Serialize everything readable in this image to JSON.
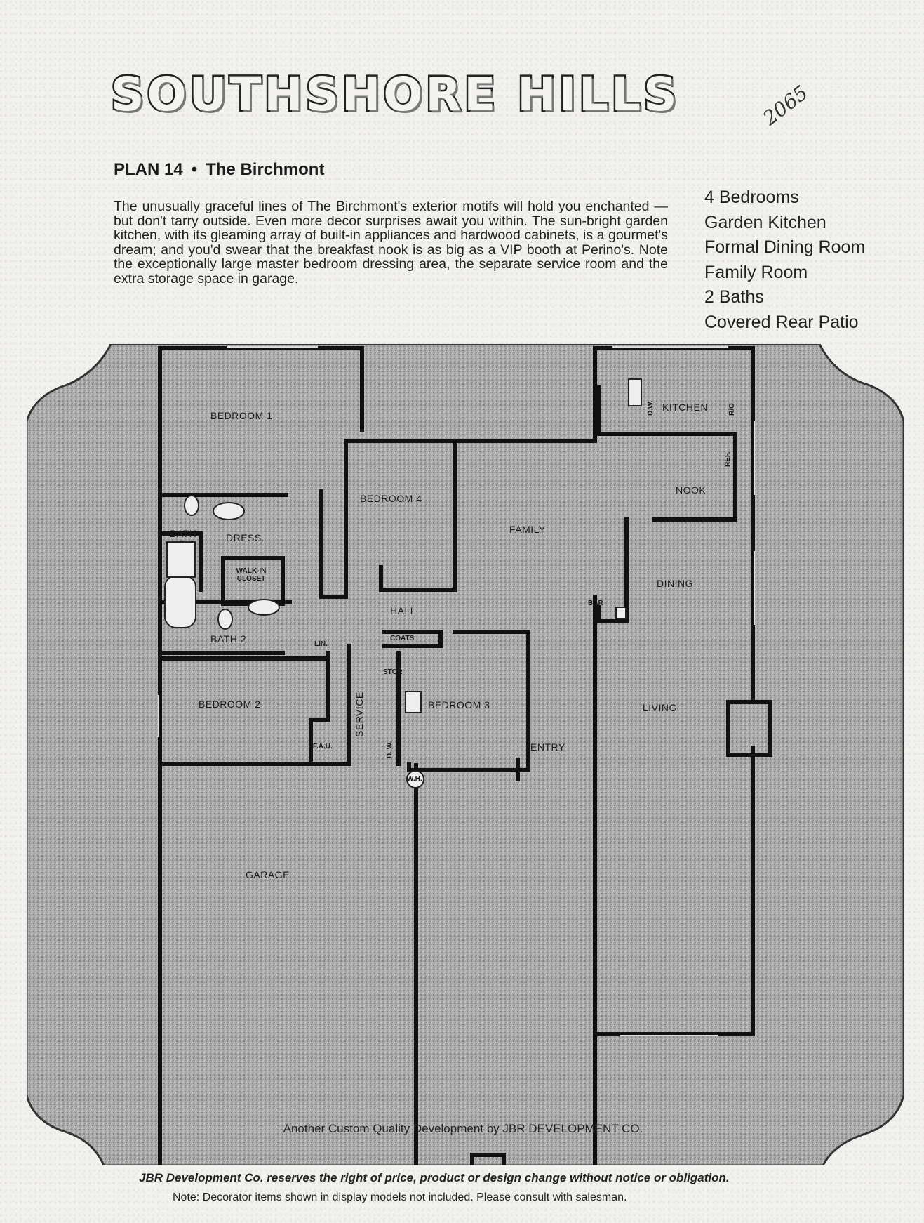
{
  "header": {
    "wordmark": "SOUTHSHORE HILLS",
    "handwritten_note": "2065",
    "plan_number": "PLAN 14",
    "separator": "•",
    "plan_name": "The Birchmont"
  },
  "description": "The unusually graceful lines of The Birchmont's exterior motifs will hold you enchanted — but don't tarry outside. Even more decor surprises await you within. The sun-bright garden kitchen, with its gleaming array of built-in appliances and hardwood cabinets, is a gourmet's dream; and you'd swear that the breakfast nook is as big as a VIP booth at Perino's. Note the exceptionally large master bedroom dressing area, the separate service room and the extra storage space in garage.",
  "features": [
    "4 Bedrooms",
    "Garden Kitchen",
    "Formal Dining Room",
    "Family Room",
    "2 Baths",
    "Covered Rear Patio"
  ],
  "floor_plan": {
    "rooms": {
      "bedroom1": "BEDROOM 1",
      "bedroom4": "BEDROOM 4",
      "kitchen": "KITCHEN",
      "nook": "NOOK",
      "family": "FAMILY",
      "bath": "BATH",
      "dress": "DRESS.",
      "walkin": "WALK-IN CLOSET",
      "dining": "DINING",
      "hall": "HALL",
      "bar": "BAR",
      "bath2": "BATH 2",
      "lin": "LIN.",
      "coats": "COATS",
      "stor": "STOR",
      "bedroom2": "BEDROOM 2",
      "service": "SERVICE",
      "bedroom3": "BEDROOM 3",
      "living": "LIVING",
      "entry": "ENTRY",
      "fau": "F.A.U.",
      "wh": "W.H.",
      "garage": "GARAGE",
      "dw": "D.W.",
      "ro": "R/O",
      "ref": "REF.",
      "dw_service": "D. W."
    }
  },
  "footer": {
    "credit": "Another Custom Quality Development by JBR DEVELOPMENT CO.",
    "disclaimer": "JBR Development Co. reserves the right of price, product or design change without notice or obligation.",
    "note": "Note: Decorator items shown in display models not included. Please consult with salesman."
  }
}
